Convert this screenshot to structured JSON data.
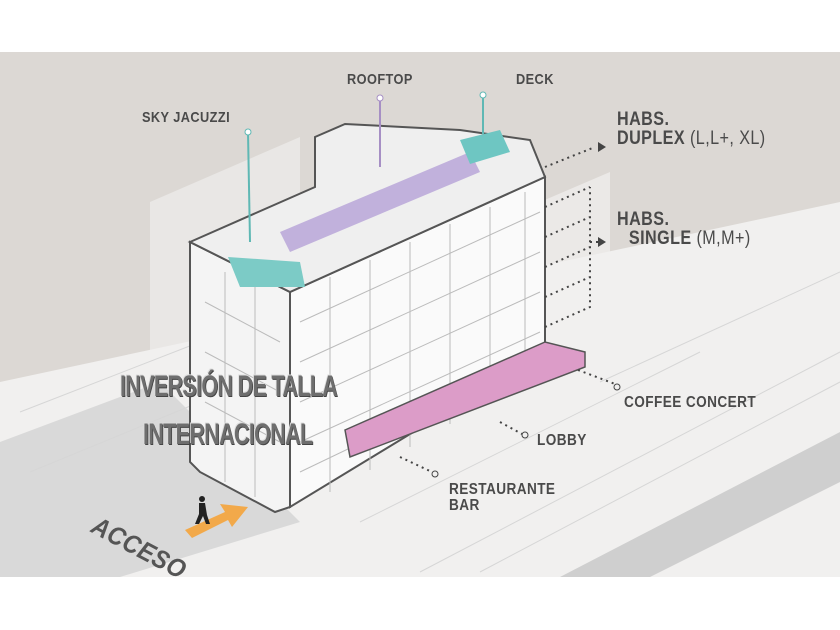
{
  "labels": {
    "sky_jacuzzi": "SKY JACUZZI",
    "rooftop": "ROOFTOP",
    "deck": "DECK",
    "duplex_title": "HABS.",
    "duplex_name": "DUPLEX",
    "duplex_types": "(L,L+, XL)",
    "single_title": "HABS.",
    "single_name": "SINGLE",
    "single_types": "(M,M+)",
    "coffee_concert": "COFFEE CONCERT",
    "lobby": "LOBBY",
    "restaurante": "RESTAURANTE",
    "bar": "BAR",
    "acceso": "ACCESO"
  },
  "overlay": {
    "line1": "INVERSIÓN DE TALLA",
    "line2": "INTERNACIONAL"
  },
  "colors": {
    "background": "#dcd8d4",
    "teal": "#5fb8b4",
    "purple": "#a68fc4",
    "pink": "#d98fc0",
    "orange": "#f2a94a"
  }
}
